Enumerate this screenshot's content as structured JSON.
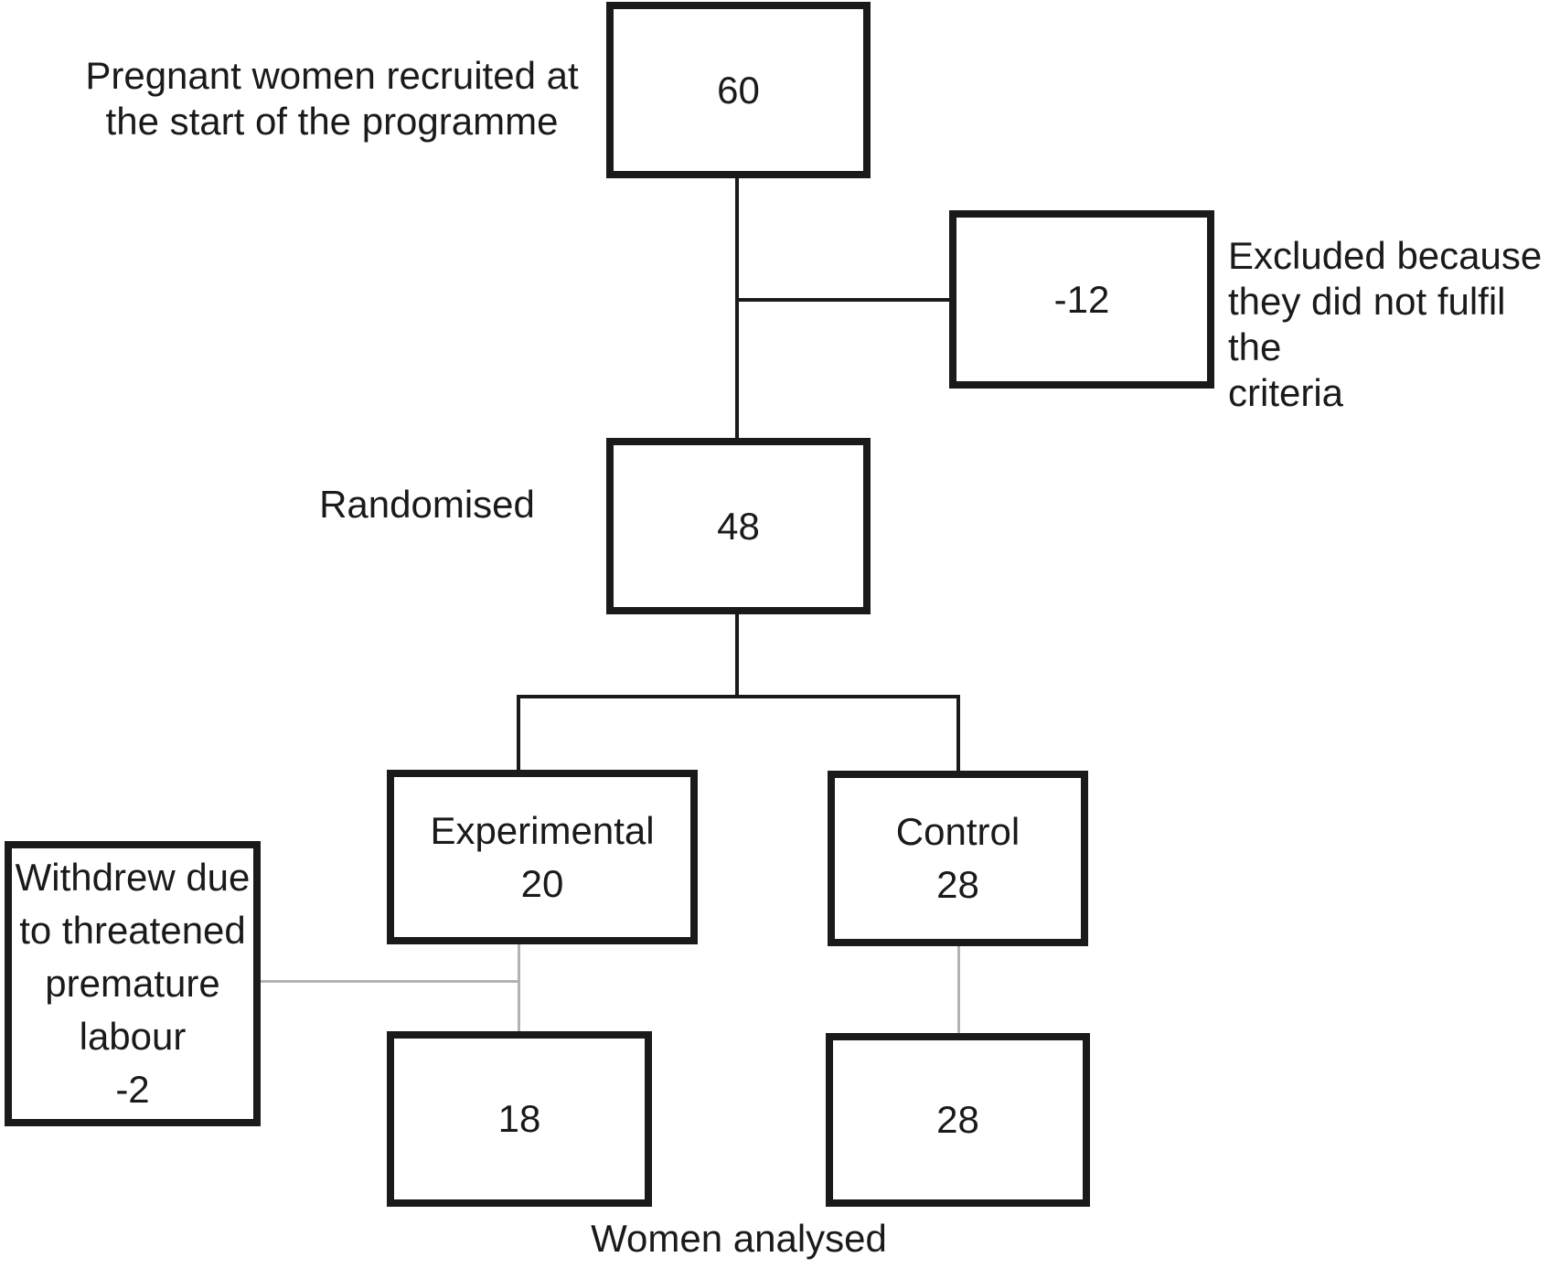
{
  "figure": {
    "type": "trial-flow-diagram",
    "background": "#ffffff",
    "colors": {
      "box_border": "#1a1a1a",
      "text": "#1a1a1a",
      "connector_dark": "#1a1a1a",
      "connector_light": "#b3b3b3"
    },
    "nodes": {
      "recruited": {
        "value": "60"
      },
      "excluded": {
        "value": "-12"
      },
      "randomised": {
        "value": "48"
      },
      "experimental": {
        "label": "Experimental",
        "value": "20"
      },
      "control": {
        "label": "Control",
        "value": "28"
      },
      "withdrew": {
        "text": "Withdrew due\nto threatened\npremature\nlabour\n-2"
      },
      "analysed_experimental": {
        "value": "18"
      },
      "analysed_control": {
        "value": "28"
      }
    },
    "labels": {
      "recruited": "Pregnant women recruited at\nthe start of the programme",
      "excluded": "Excluded because\nthey did not fulfil the\n criteria",
      "randomised": "Randomised",
      "caption": "Women analysed"
    }
  }
}
